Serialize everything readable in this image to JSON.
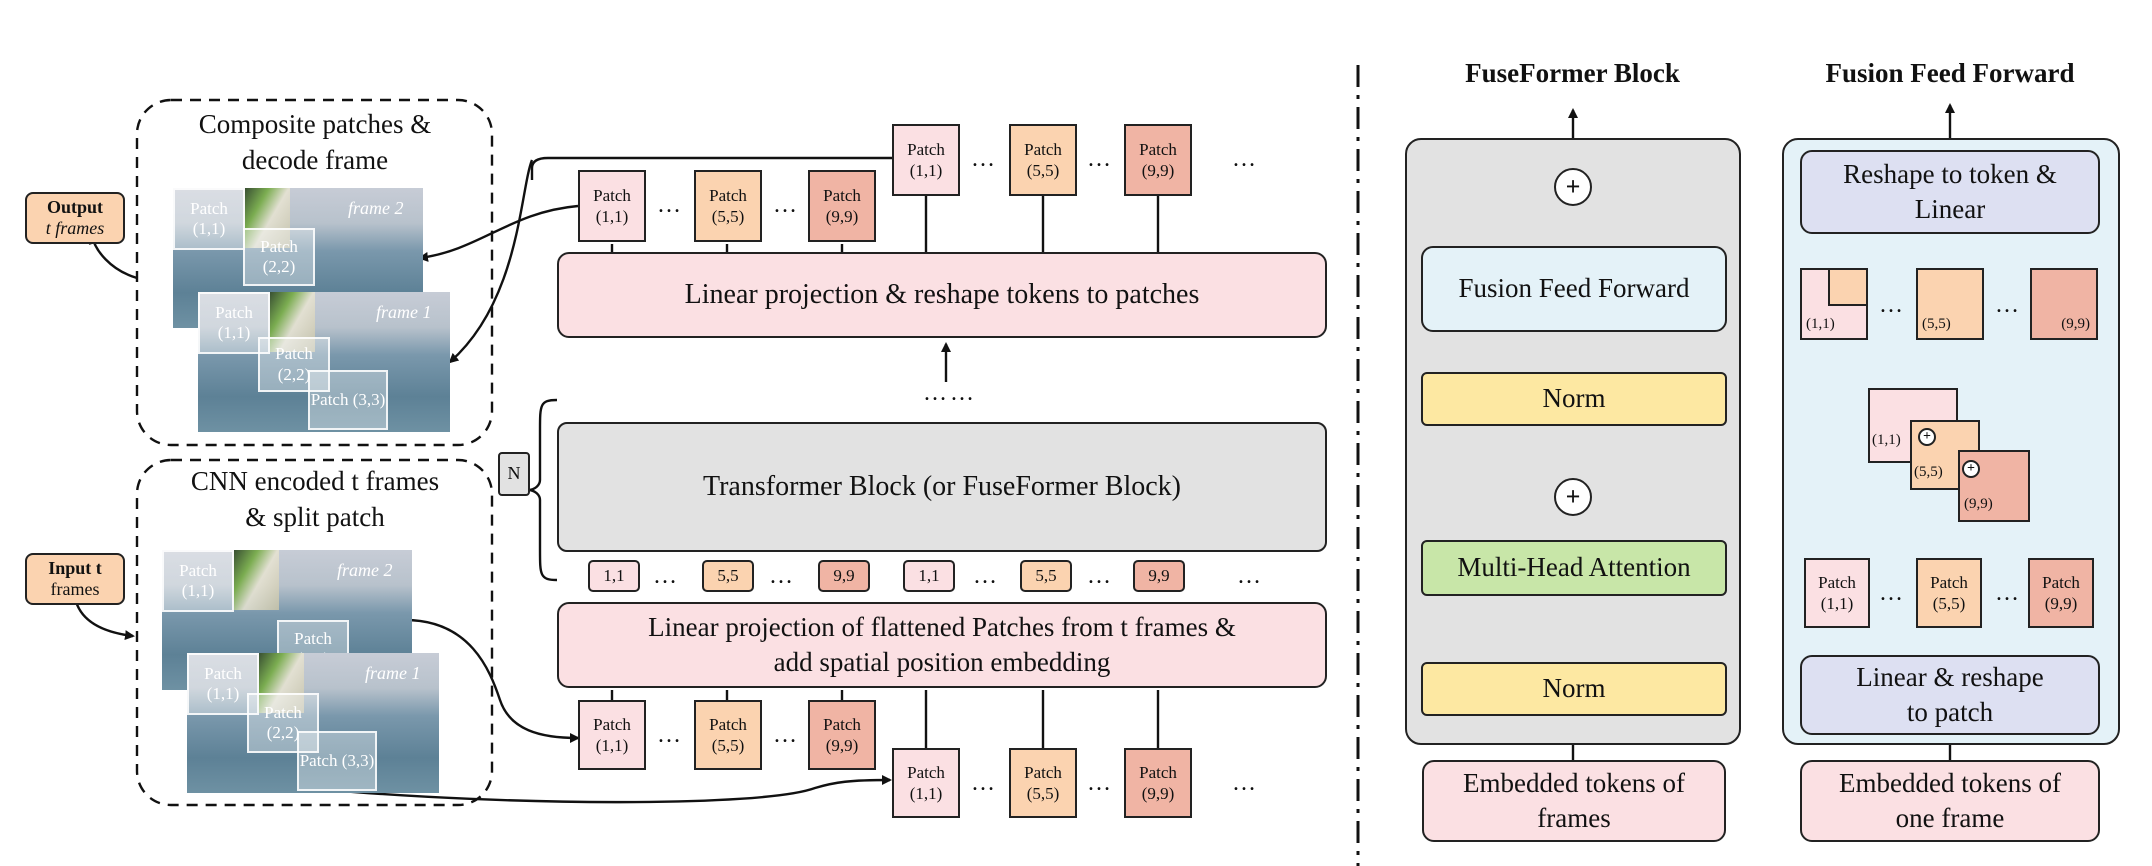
{
  "sections": {
    "fuseformer_title": "FuseFormer Block",
    "fff_title": "Fusion Feed Forward"
  },
  "left": {
    "output_label": "Output",
    "output_sub": "t frames",
    "input_label": "Input t",
    "input_sub": "frames",
    "composite_line1": "Composite patches &",
    "composite_line2": "decode frame",
    "cnn_line1": "CNN encoded t frames",
    "cnn_line2": "& split patch",
    "frame2": "frame 2",
    "frame1": "frame 1",
    "img_patches": [
      "Patch (1,1)",
      "Patch (2,2)",
      "Patch (3,3)"
    ]
  },
  "middle": {
    "linear_proj_top": "Linear projection & reshape tokens to patches",
    "transformer": "Transformer Block (or FuseFormer Block)",
    "n_label": "N",
    "ellipsis_vertical": "……",
    "linear_proj_bottom_line1": "Linear projection of flattened Patches from t frames &",
    "linear_proj_bottom_line2": "add spatial position embedding",
    "patches": [
      "Patch (1,1)",
      "Patch (5,5)",
      "Patch (9,9)"
    ],
    "tokens": [
      "1,1",
      "5,5",
      "9,9",
      "1,1",
      "5,5",
      "9,9"
    ],
    "dots": "…"
  },
  "fuseformer": {
    "fff": "Fusion Feed Forward",
    "norm1": "Norm",
    "mha": "Multi-Head Attention",
    "norm2": "Norm",
    "embedded": "Embedded tokens of frames"
  },
  "fusion_ff": {
    "reshape_top": "Reshape to token & Linear",
    "linear_bottom": "Linear & reshape to patch",
    "embedded": "Embedded tokens of one frame",
    "coords": [
      "(1,1)",
      "(5,5)",
      "(9,9)"
    ]
  },
  "colors": {
    "pink": "#fbe0e3",
    "peach": "#fbd3b0",
    "salmon": "#f0b4a4",
    "yellow": "#fde8a2",
    "green": "#c8e6a8",
    "light_blue": "#e4f2f8",
    "grey": "#e2e2e2",
    "lavender": "#dde0f2"
  },
  "icons": [
    "plus-circle-icon",
    "oplus-icon",
    "arrow-icon"
  ]
}
